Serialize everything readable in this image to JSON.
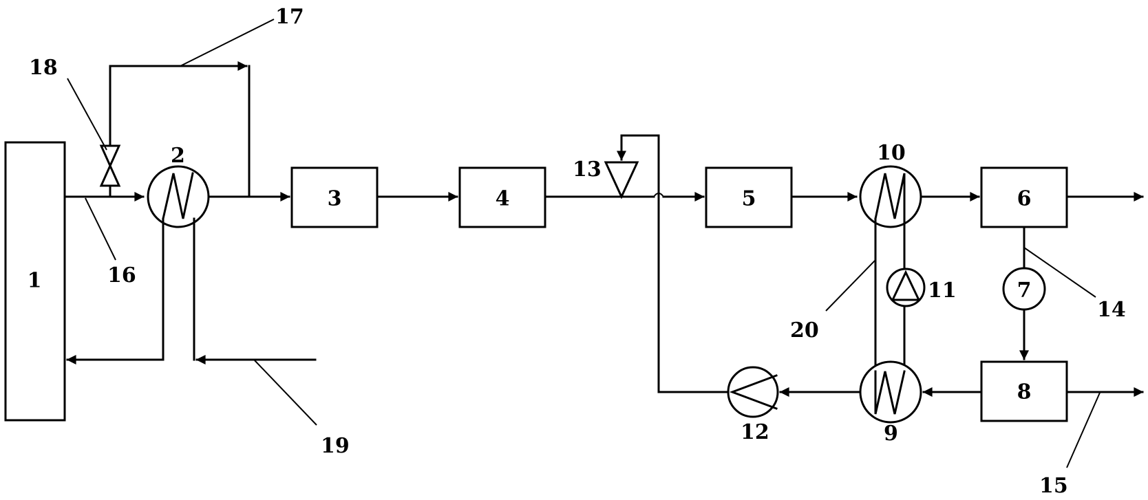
{
  "labels": {
    "l1": "1",
    "l2": "2",
    "l3": "3",
    "l4": "4",
    "l5": "5",
    "l6": "6",
    "l7": "7",
    "l8": "8",
    "l9": "9",
    "l10": "10",
    "l11": "11",
    "l12": "12",
    "l13": "13",
    "l14": "14",
    "l15": "15",
    "l16": "16",
    "l17": "17",
    "l18": "18",
    "l19": "19",
    "l20": "20"
  },
  "icons": {
    "heat_exchanger": "heat-exchanger-icon",
    "pump": "pump-icon",
    "valve": "valve-icon",
    "ejector": "ejector-icon"
  }
}
